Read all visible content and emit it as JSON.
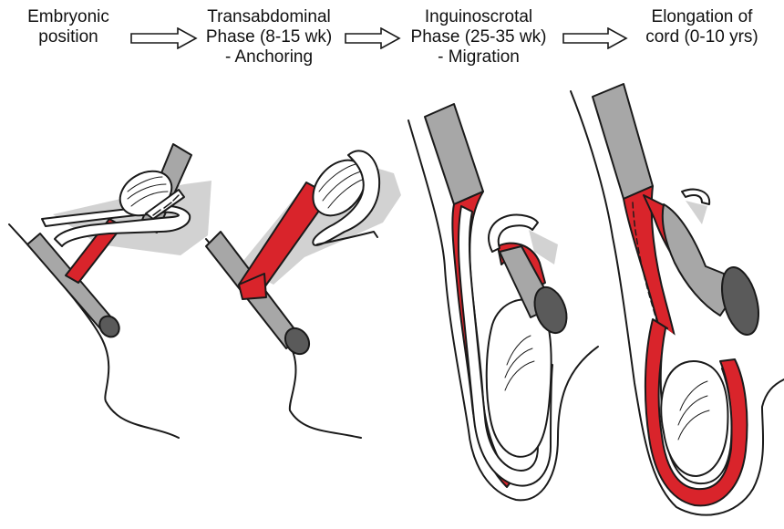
{
  "stages": [
    {
      "lines": [
        "Embryonic",
        "position"
      ]
    },
    {
      "lines": [
        "Transabdominal",
        "Phase (8-15 wk)",
        "- Anchoring"
      ]
    },
    {
      "lines": [
        "Inguinoscrotal",
        "Phase (25-35 wk)",
        "- Migration"
      ]
    },
    {
      "lines": [
        "Elongation of",
        "cord (0-10 yrs)"
      ]
    }
  ],
  "colors": {
    "gubernaculum": "#d9242b",
    "duct": "#a7a7a7",
    "dark": "#5a5a5a",
    "shadow": "#d2d2d2",
    "outline": "#1a1a1a"
  },
  "icons": [
    "hollow-arrow-icon",
    "hollow-arrow-icon",
    "hollow-arrow-icon"
  ]
}
